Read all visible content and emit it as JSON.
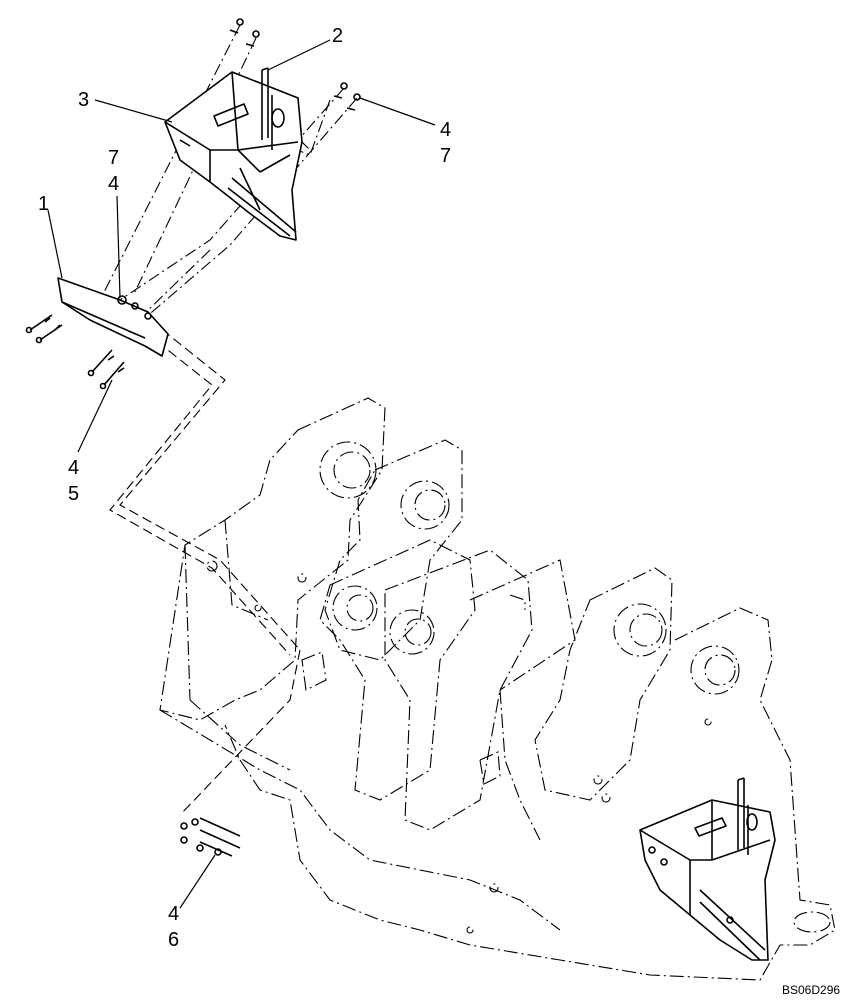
{
  "callouts": {
    "c1": "1",
    "c2": "2",
    "c3": "3",
    "c4a": "4",
    "c7a": "7",
    "c7b": "7",
    "c4b": "4",
    "c4c": "4",
    "c5": "5",
    "c4d": "4",
    "c6": "6"
  },
  "drawing_code": "BS06D296"
}
